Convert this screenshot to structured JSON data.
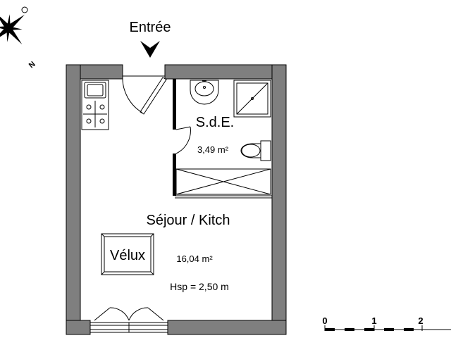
{
  "entrance": {
    "label": "Entrée"
  },
  "compass": {
    "north_label": "N",
    "icon": "compass-rose-icon"
  },
  "rooms": {
    "bathroom": {
      "name": "S.d.E.",
      "area": "3,49 m²"
    },
    "living": {
      "name": "Séjour / Kitch",
      "area": "16,04 m²",
      "ceiling_height": "Hsp = 2,50 m"
    }
  },
  "skylight": {
    "label": "Vélux"
  },
  "scale_bar": {
    "ticks": [
      "0",
      "1",
      "2"
    ]
  },
  "colors": {
    "wall_fill": "#7f7f7f",
    "wall_stroke": "#000000",
    "background": "#ffffff"
  }
}
